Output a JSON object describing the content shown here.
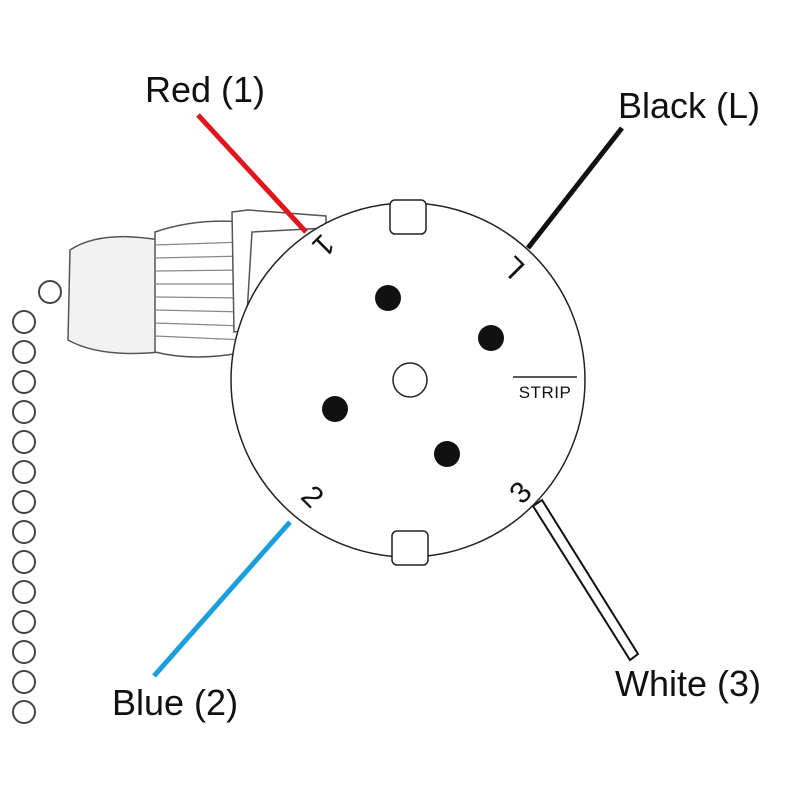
{
  "labels": {
    "red": "Red (1)",
    "black": "Black (L)",
    "blue": "Blue (2)",
    "white": "White (3)"
  },
  "terminals": {
    "t1": "1",
    "tL": "L",
    "t2": "2",
    "t3": "3"
  },
  "strip_label": "STRIP",
  "colors": {
    "red_wire": "#e0161e",
    "black_wire": "#111111",
    "blue_wire": "#1a9fdc",
    "white_wire": "#ffffff",
    "outline": "#222222"
  }
}
